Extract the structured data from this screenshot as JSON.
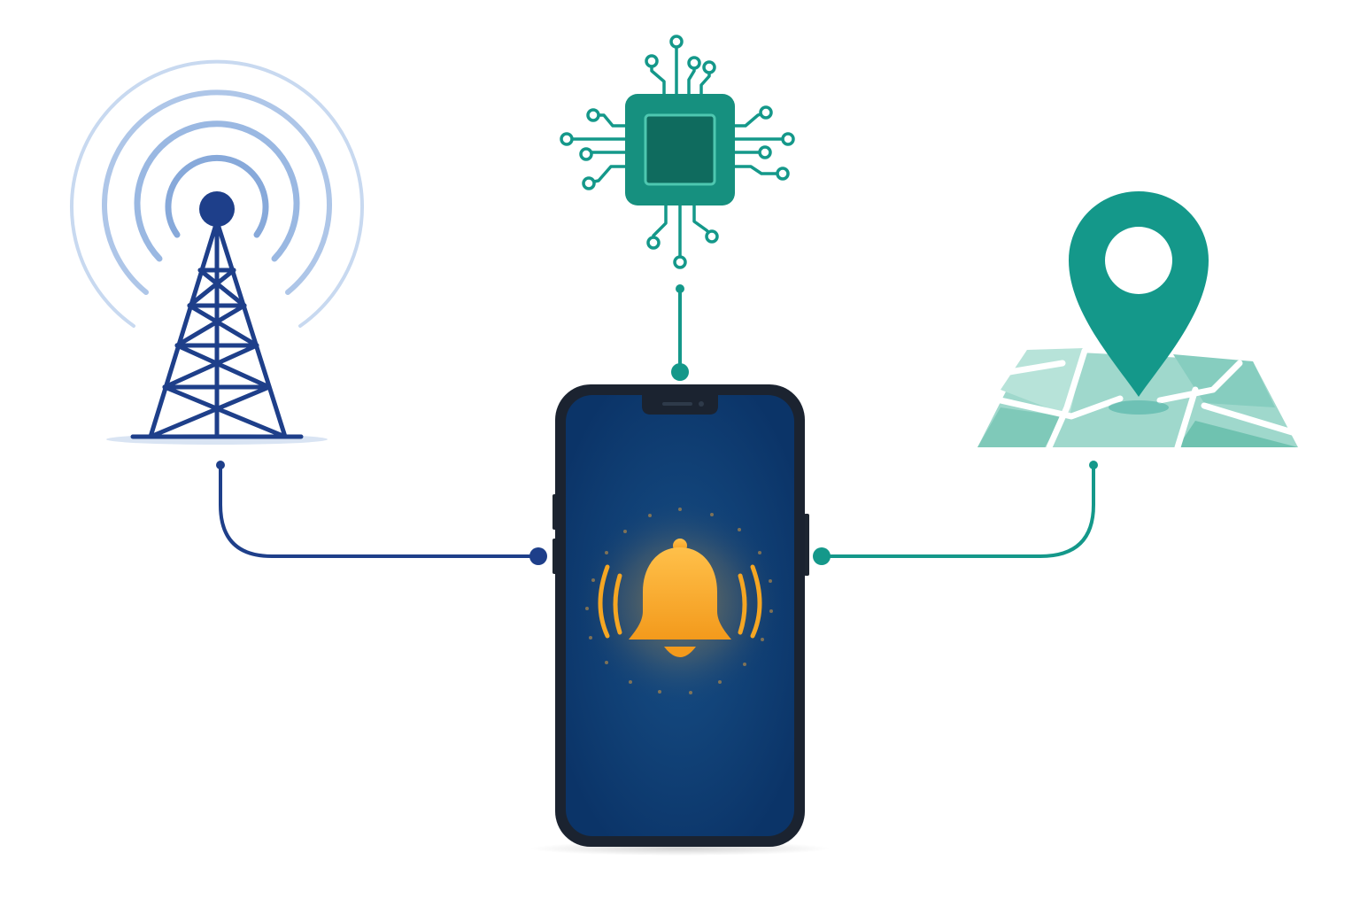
{
  "diagram": {
    "nodes": [
      {
        "id": "tower",
        "icon": "cell-tower-icon",
        "color": "#1e3f8a"
      },
      {
        "id": "chip",
        "icon": "processor-chip-icon",
        "color": "#14988a"
      },
      {
        "id": "location",
        "icon": "map-location-pin-icon",
        "color": "#14988a"
      },
      {
        "id": "phone",
        "icon": "smartphone-icon",
        "color": "#0c3a6e"
      }
    ],
    "edges": [
      {
        "from": "tower",
        "to": "phone",
        "color": "#1e3f8a"
      },
      {
        "from": "chip",
        "to": "phone",
        "color": "#14988a"
      },
      {
        "from": "location",
        "to": "phone",
        "color": "#14988a"
      }
    ],
    "alert": {
      "icon": "alert-bell-icon",
      "color": "#f5a623"
    }
  },
  "colors": {
    "navy": "#1e3f8a",
    "teal": "#14988a",
    "signal_wave": "#8fb3e0",
    "map_fill": "#9fd8cc",
    "screen": "#0c3a6e",
    "bell": "#f5a623"
  }
}
